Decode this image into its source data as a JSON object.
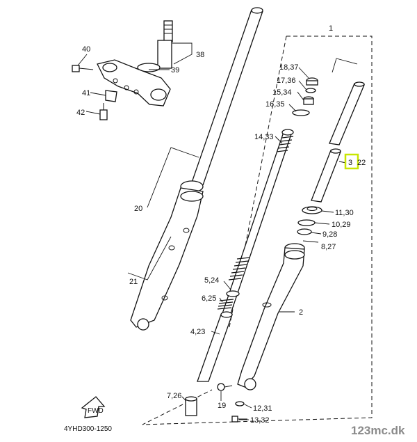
{
  "labels": {
    "p1": "1",
    "p2": "2",
    "p3": "3",
    "p22": "22",
    "p4_23": "4,23",
    "p5_24": "5,24",
    "p6_25": "6,25",
    "p7_26": "7,26",
    "p8_27": "8,27",
    "p9_28": "9,28",
    "p10_29": "10,29",
    "p11_30": "11,30",
    "p12_31": "12,31",
    "p13_32": "13,32",
    "p14_33": "14,33",
    "p15_34": "15,34",
    "p16_35": "16,35",
    "p17_36": "17,36",
    "p18_37": "18,37",
    "p19": "19",
    "p20": "20",
    "p21": "21",
    "p38": "38",
    "p39": "39",
    "p40": "40",
    "p41": "41",
    "p42": "42"
  },
  "diagram_code": "4YHD300-1250",
  "fwd_label": "FWD",
  "watermark": "123mc.dk",
  "highlight_color": "#c8e600"
}
